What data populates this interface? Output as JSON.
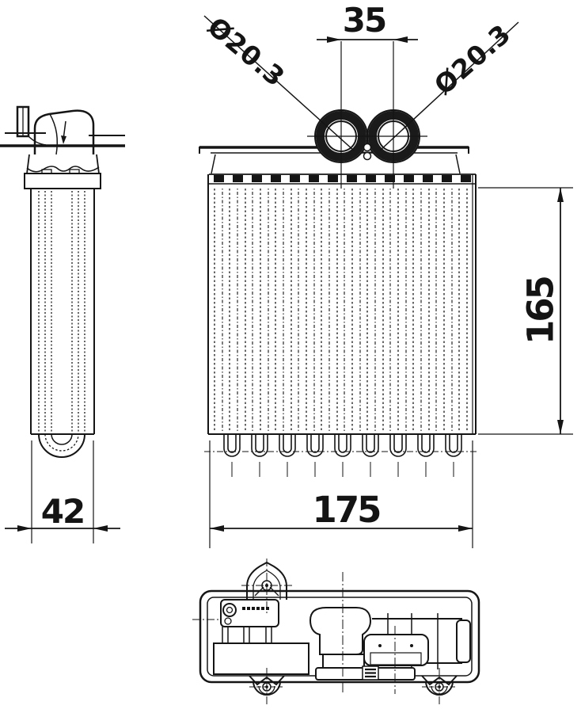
{
  "colors": {
    "background": "#ffffff",
    "ink": "#151515"
  },
  "dimensions": {
    "pipe_spacing": "35",
    "pipe_diameter_left": "Ø20.3",
    "pipe_diameter_right": "Ø20.3",
    "core_height": "165",
    "core_depth": "42",
    "core_width": "175"
  }
}
